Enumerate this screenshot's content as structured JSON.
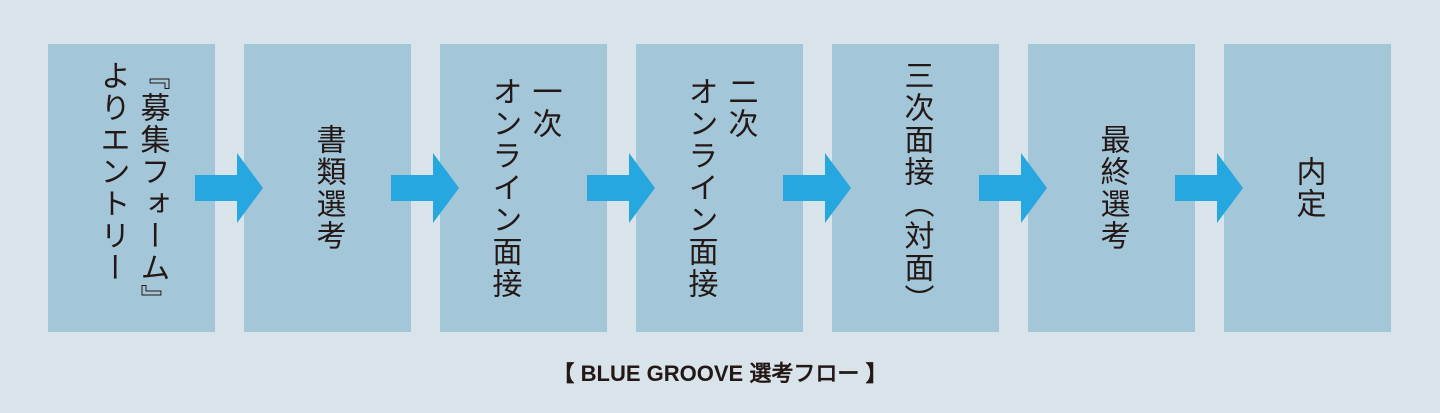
{
  "colors": {
    "background": "#d9e4ea",
    "box": "#a3c6d9",
    "arrow": "#27a7e0",
    "text": "#231815"
  },
  "steps": [
    {
      "lines": [
        "『募集フォーム』",
        "よりエントリー"
      ]
    },
    {
      "lines": [
        "書類選考"
      ]
    },
    {
      "lines": [
        "一次",
        "オンライン面接"
      ]
    },
    {
      "lines": [
        "二次",
        "オンライン面接"
      ]
    },
    {
      "lines": [
        "三次面接（対面）"
      ]
    },
    {
      "lines": [
        "最終選考"
      ]
    },
    {
      "lines": [
        "内定"
      ]
    }
  ],
  "caption": "【 BLUE GROOVE 選考フロー 】"
}
